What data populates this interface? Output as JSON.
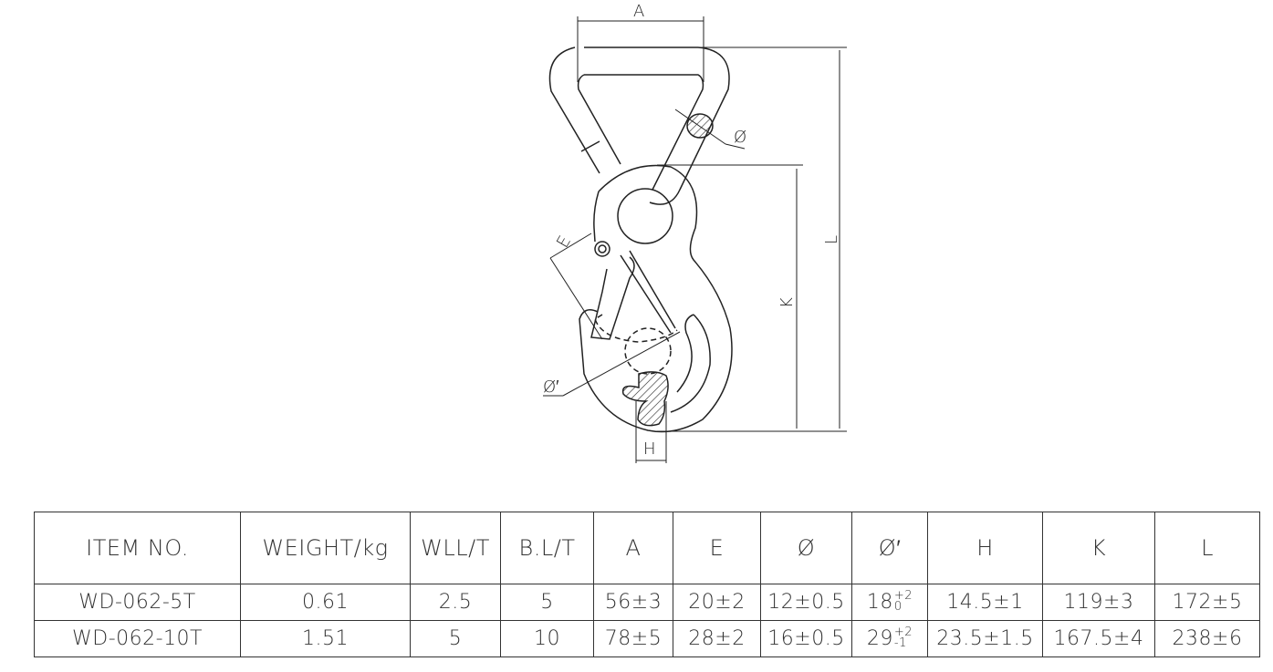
{
  "drawing": {
    "dimension_labels": {
      "A": "A",
      "E": "E",
      "phi": "Ø",
      "phi_prime": "Ø′",
      "H": "H",
      "K": "K",
      "L": "L"
    },
    "line_color": "#222222"
  },
  "table": {
    "headers": [
      "ITEM NO.",
      "WEIGHT/kg",
      "WLL/T",
      "B.L/T",
      "A",
      "E",
      "Ø",
      "Ø′",
      "H",
      "K",
      "L"
    ],
    "rows": [
      {
        "item": "WD-062-5T",
        "weight": "0.61",
        "wll": "2.5",
        "bl": "5",
        "A": "56±3",
        "E": "20±2",
        "phi": "12±0.5",
        "phi_prime_base": "18",
        "phi_prime_upper": "+2",
        "phi_prime_lower": "0",
        "H": "14.5±1",
        "K": "119±3",
        "L": "172±5"
      },
      {
        "item": "WD-062-10T",
        "weight": "1.51",
        "wll": "5",
        "bl": "10",
        "A": "78±5",
        "E": "28±2",
        "phi": "16±0.5",
        "phi_prime_base": "29",
        "phi_prime_upper": "+2",
        "phi_prime_lower": "-1",
        "H": "23.5±1.5",
        "K": "167.5±4",
        "L": "238±6"
      }
    ]
  }
}
